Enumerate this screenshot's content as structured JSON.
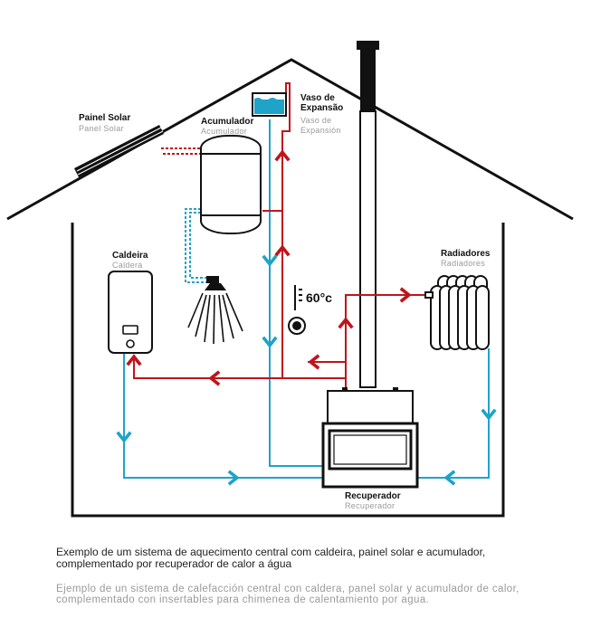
{
  "labels": {
    "panel_pt": "Painel Solar",
    "panel_es": "Panel Solar",
    "accum_pt": "Acumulador",
    "accum_es": "Acumulador",
    "vaso_pt_1": "Vaso de",
    "vaso_pt_2": "Expansão",
    "vaso_es_1": "Vaso de",
    "vaso_es_2": "Expansión",
    "boiler_pt": "Caldeira",
    "boiler_es": "Caldera",
    "rad_pt": "Radiadores",
    "rad_es": "Radiadores",
    "recup_pt": "Recuperador",
    "recup_es": "Recuperador",
    "temperature": "60°c"
  },
  "caption": {
    "pt_line1": "Exemplo de um sistema de aquecimento central com caldeira, painel solar e acumulador,",
    "pt_line2": "complementado por recuperador de calor a água",
    "es_line1": "Ejemplo de un sistema de calefacción central con caldera, panel solar y acumulador de calor,",
    "es_line2": "complementado con insertables para chimenea de calentamiento por agua."
  },
  "colors": {
    "hot_pipe": "#c0141c",
    "cold_pipe": "#1fa3c8",
    "outline": "#111111",
    "water": "#1fa3c8"
  }
}
